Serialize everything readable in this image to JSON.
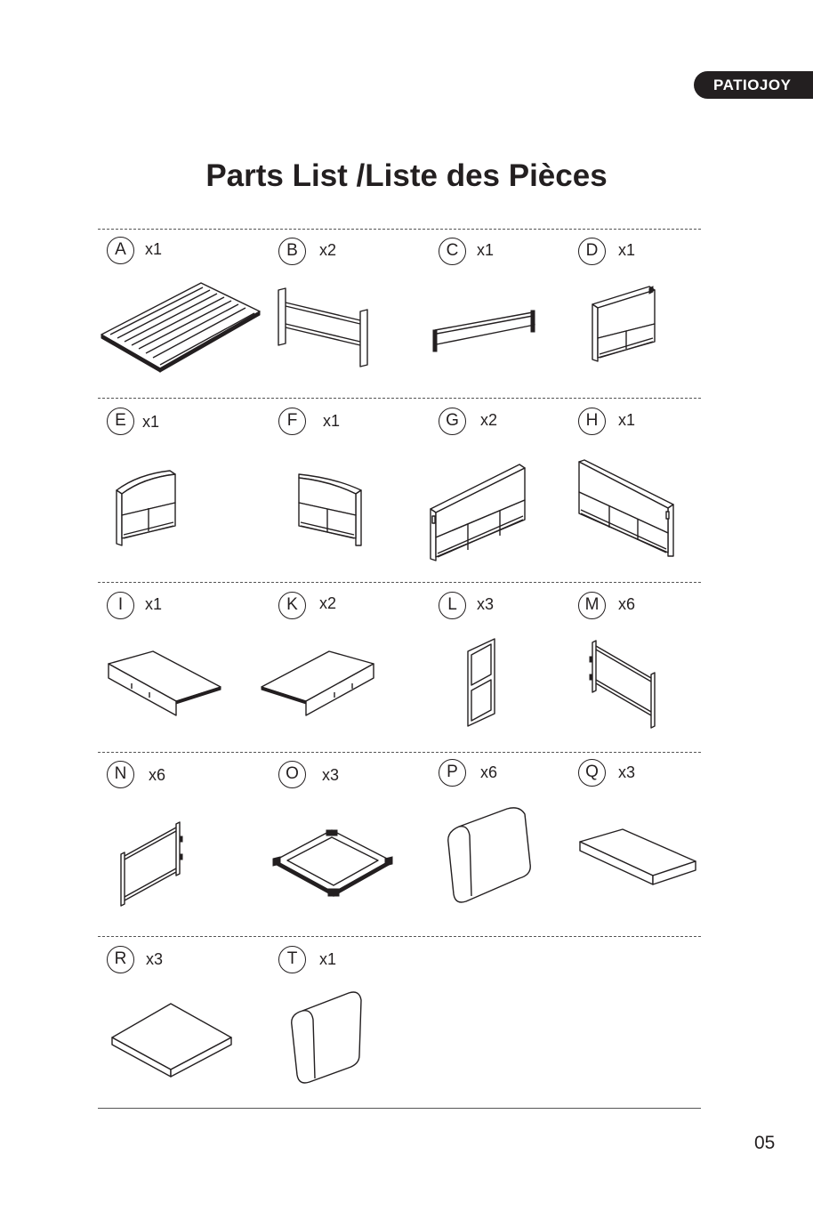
{
  "brand": {
    "logo_text": "PATIOJOY"
  },
  "title": "Parts List /Liste des Pièces",
  "page_number": "05",
  "parts": [
    {
      "letter": "A",
      "qty": "x1"
    },
    {
      "letter": "B",
      "qty": "x2"
    },
    {
      "letter": "C",
      "qty": "x1"
    },
    {
      "letter": "D",
      "qty": "x1"
    },
    {
      "letter": "E",
      "qty": "x1"
    },
    {
      "letter": "F",
      "qty": "x1"
    },
    {
      "letter": "G",
      "qty": "x2"
    },
    {
      "letter": "H",
      "qty": "x1"
    },
    {
      "letter": "I",
      "qty": "x1"
    },
    {
      "letter": "K",
      "qty": "x2"
    },
    {
      "letter": "L",
      "qty": "x3"
    },
    {
      "letter": "M",
      "qty": "x6"
    },
    {
      "letter": "N",
      "qty": "x6"
    },
    {
      "letter": "O",
      "qty": "x3"
    },
    {
      "letter": "P",
      "qty": "x6"
    },
    {
      "letter": "Q",
      "qty": "x3"
    },
    {
      "letter": "R",
      "qty": "x3"
    },
    {
      "letter": "T",
      "qty": "x1"
    }
  ]
}
